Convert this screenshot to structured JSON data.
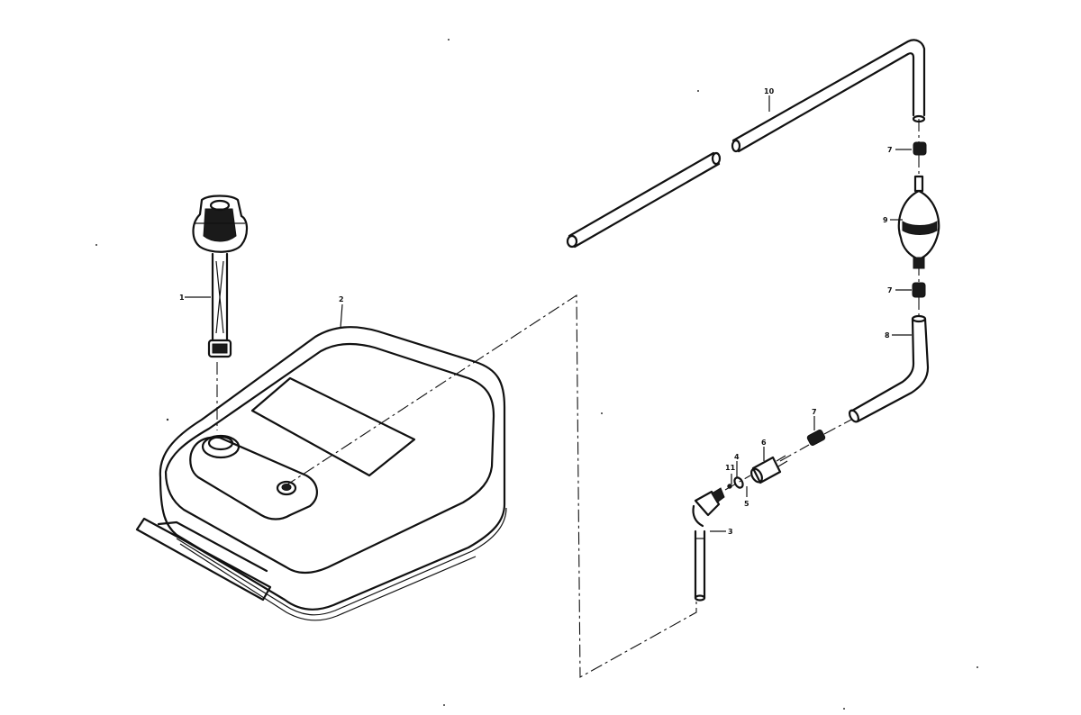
{
  "diagram": {
    "callouts": {
      "c1": "1",
      "c2": "2",
      "c3": "3",
      "c4": "4",
      "c5": "5",
      "c6": "6",
      "c7a": "7",
      "c7b": "7",
      "c7c": "7",
      "c8": "8",
      "c9": "9",
      "c10": "10",
      "c11": "11"
    },
    "colors": {
      "ink": "#111111",
      "paper": "#ffffff"
    }
  }
}
